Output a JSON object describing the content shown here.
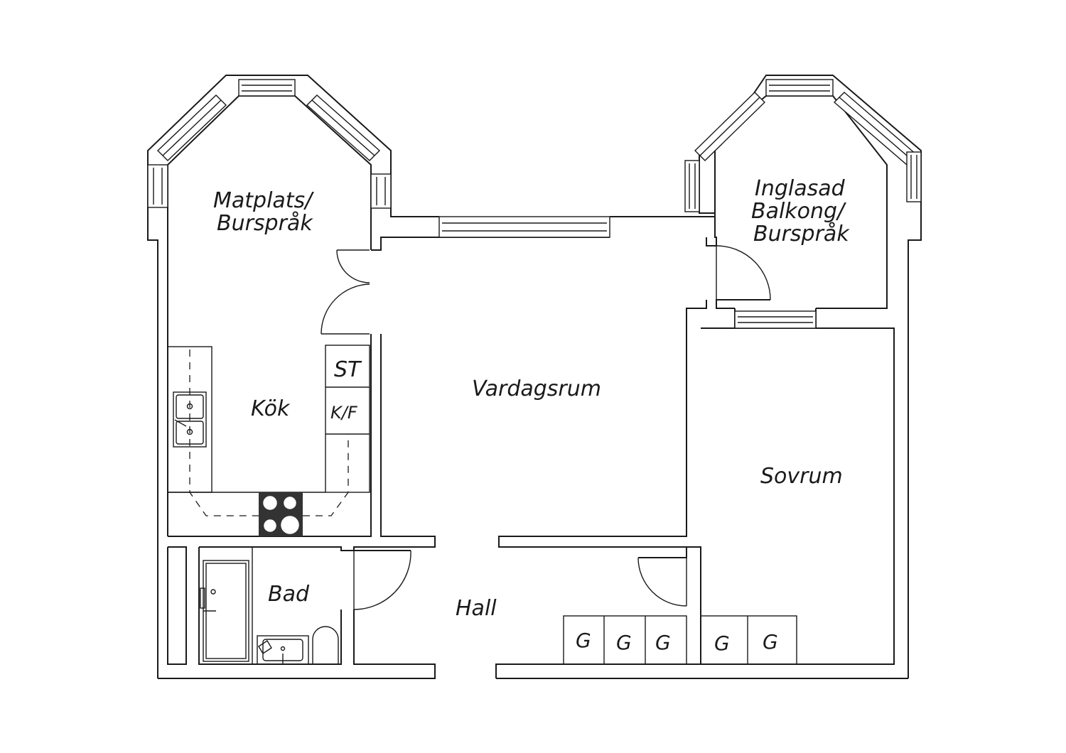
{
  "rooms": {
    "matplats_line1": "Matplats/",
    "matplats_line2": "Burspråk",
    "balkong_line1": "Inglasad",
    "balkong_line2": "Balkong/",
    "balkong_line3": "Burspråk",
    "kok": "Kök",
    "vardagsrum": "Vardagsrum",
    "sovrum": "Sovrum",
    "bad": "Bad",
    "hall": "Hall"
  },
  "appliances": {
    "st": "ST",
    "kf": "K/F"
  },
  "wardrobes": [
    "G",
    "G",
    "G",
    "G",
    "G"
  ],
  "colors": {
    "line": "#1a1a1a",
    "background": "#ffffff",
    "stove": "#333333"
  }
}
